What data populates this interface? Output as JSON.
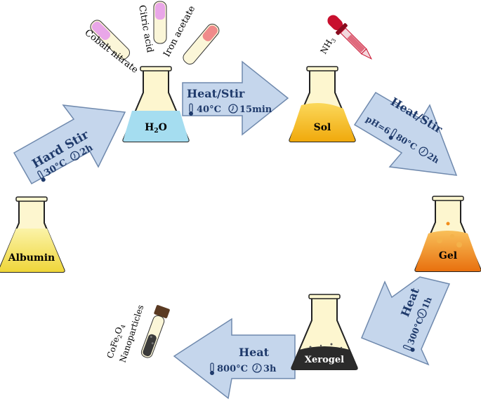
{
  "flasks": {
    "water": {
      "formula_main": "H",
      "formula_sub": "2",
      "formula_end": "O"
    },
    "sol": {
      "label": "Sol"
    },
    "gel": {
      "label": "Gel"
    },
    "xerogel": {
      "label": "Xerogel"
    },
    "albumin": {
      "label": "Albumin"
    }
  },
  "reagents": {
    "cobalt_nitrate": "Cobalt nitrate",
    "citric_acid": "Citric acid",
    "iron_acetate": "Iron acetate",
    "ammonia_main": "NH",
    "ammonia_sub": "3"
  },
  "steps": {
    "step1": {
      "title": "Hard Stir",
      "temp": "30°C",
      "time": "2h"
    },
    "step2": {
      "title": "Heat/Stir",
      "temp": "40°C",
      "time": "15min"
    },
    "step3": {
      "title": "Heat/Stir",
      "ph": "pH=6",
      "temp": "80°C",
      "time": "2h"
    },
    "step4": {
      "title": "Heat",
      "temp": "300°C",
      "time": "1h"
    },
    "step5": {
      "title": "Heat",
      "temp": "800°C",
      "time": "3h"
    }
  },
  "product": {
    "line1_a": "CoFe",
    "line1_sub1": "2",
    "line1_b": "O",
    "line1_sub2": "4",
    "line2": "Nanoparticles"
  },
  "colors": {
    "arrow_fill": "#c5d6ec",
    "arrow_stroke": "#6f89ad",
    "arrow_text": "#1f3a6b",
    "glass": "#fdf6cf",
    "glass_stroke": "#222222",
    "water": "#a5ddf0",
    "sol": "#f7c21c",
    "gel": "#f28e1c",
    "xerogel": "#2b2b2b",
    "albumin": "#f4e35c"
  }
}
